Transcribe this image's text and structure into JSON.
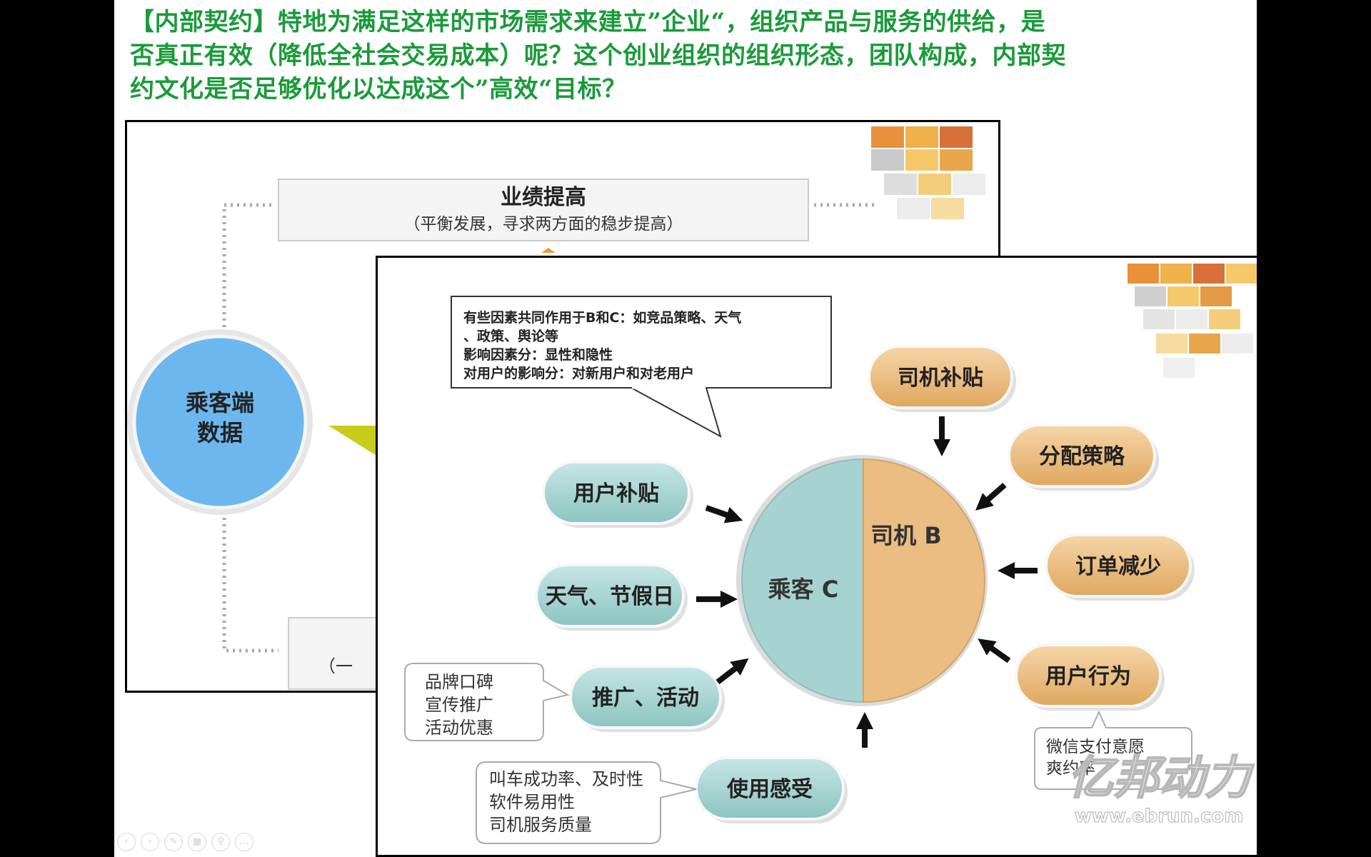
{
  "heading": {
    "line1": "【内部契约】特地为满足这样的市场需求来建立”企业“，组织产品与服务的供给，是",
    "line2": "否真正有效（降低全社会交易成本）呢？这个创业组织的组织形态，团队构成，内部契",
    "line3": "约文化是否足够优化以达成这个”高效“目标？"
  },
  "back_diagram": {
    "performance_title": "业绩提高",
    "performance_sub": "（平衡发展，寻求两方面的稳步提高）",
    "passenger_data_line1": "乘客端",
    "passenger_data_line2": "数据",
    "bottom_box_text": "（一"
  },
  "front_diagram": {
    "callout_lines": [
      "有些因素共同作用于B和C：如竞品策略、天气",
      "、政策、舆论等",
      "影响因素分：显性和隐性",
      "对用户的影响分：对新用户和对老用户"
    ],
    "center_left": "乘客 C",
    "center_right": "司机 B",
    "left_factors": {
      "user_subsidy": "用户补贴",
      "weather_holiday": "天气、节假日",
      "promotion": "推广、活动"
    },
    "bottom_factor": "使用感受",
    "right_factors": {
      "driver_subsidy": "司机补贴",
      "dispatch_strategy": "分配策略",
      "order_reduction": "订单减少",
      "user_behavior": "用户行为"
    },
    "promo_note_lines": [
      "品牌口碑",
      "宣传推广",
      "活动优惠"
    ],
    "experience_note_lines": [
      "叫车成功率、及时性",
      "软件易用性",
      "司机服务质量"
    ],
    "behavior_note_lines": [
      "微信支付意愿",
      "爽约率"
    ],
    "watermark_text": "亿邦动力",
    "watermark_url": "www.ebrun.com"
  },
  "colors": {
    "heading_green": "#1a9a3a",
    "passenger_blue": "#6cb8ee",
    "teal_pill": "#a6d3d1",
    "tan_pill": "#ecbd82"
  },
  "nav_controls": {
    "prev": "‹",
    "next": "›",
    "pen": "✎",
    "slides": "▦",
    "zoom": "⚲",
    "more": "…"
  }
}
